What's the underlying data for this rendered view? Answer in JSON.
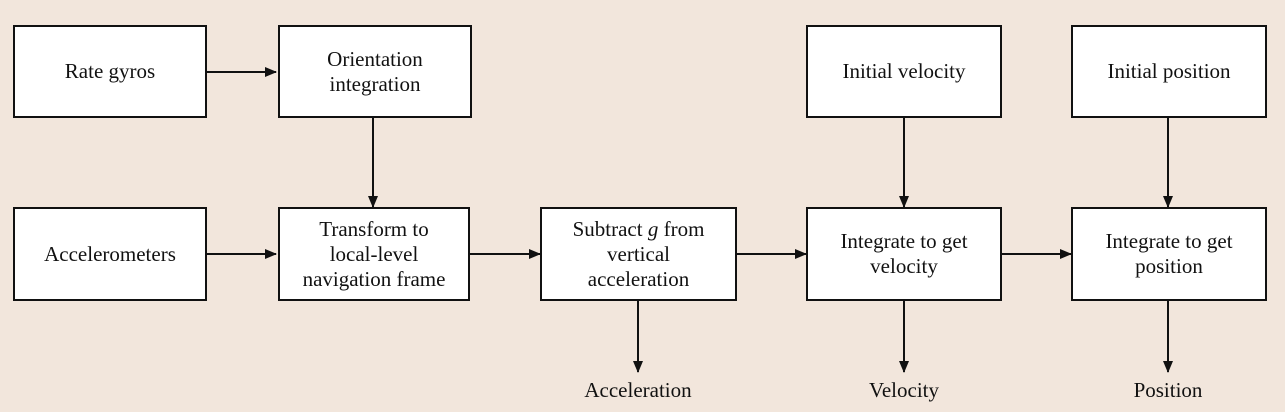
{
  "nodes": {
    "rate_gyros": "Rate gyros",
    "orientation_integration": {
      "line1": "Orientation",
      "line2": "integration"
    },
    "initial_velocity": "Initial velocity",
    "initial_position": "Initial position",
    "accelerometers": "Accelerometers",
    "transform": {
      "line1": "Transform to",
      "line2": "local-level",
      "line3": "navigation frame"
    },
    "subtract_g": {
      "line1_pre": "Subtract ",
      "line1_var": "g",
      "line1_post": " from",
      "line2": "vertical",
      "line3": "acceleration"
    },
    "integrate_velocity": {
      "line1": "Integrate to get",
      "line2": "velocity"
    },
    "integrate_position": {
      "line1": "Integrate to get",
      "line2": "position"
    }
  },
  "outputs": {
    "acceleration": "Acceleration",
    "velocity": "Velocity",
    "position": "Position"
  },
  "colors": {
    "background": "#f2e6dc",
    "box_fill": "#ffffff",
    "stroke": "#111111"
  }
}
